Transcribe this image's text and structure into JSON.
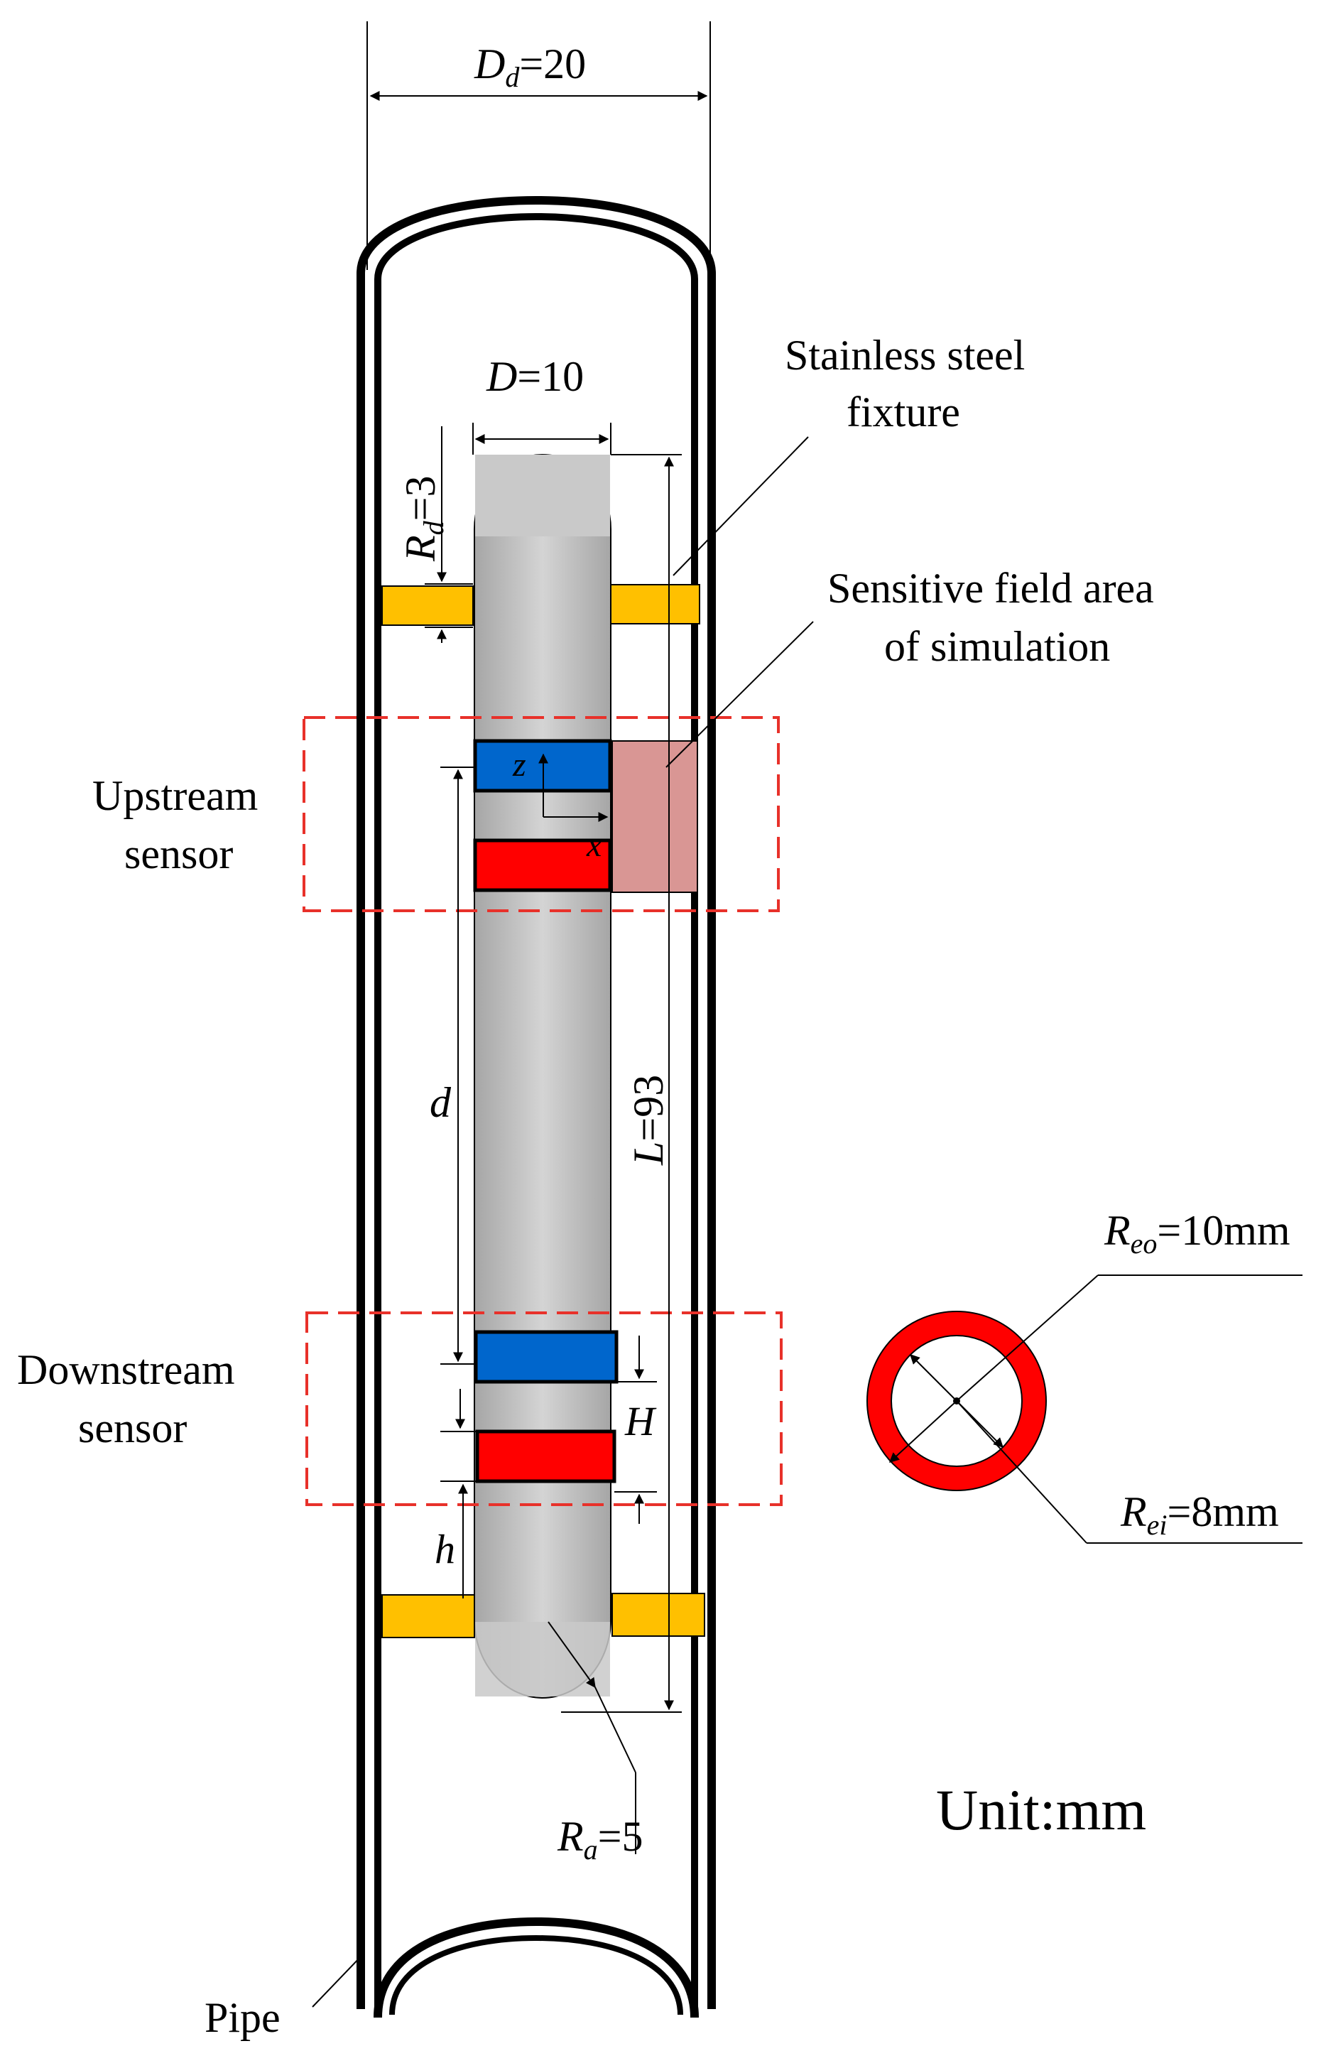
{
  "labels": {
    "dd": {
      "sym": "D",
      "sub": "d",
      "eq": "=20"
    },
    "d_diam": {
      "sym": "D",
      "eq": "=10"
    },
    "rd": {
      "sym": "R",
      "sub": "d",
      "eq": "=3"
    },
    "length": {
      "sym": "L",
      "eq": "=93"
    },
    "spacing": "d",
    "sensor_height": "H",
    "h_offset": "h",
    "ra": {
      "sym": "R",
      "sub": "a",
      "eq": "=5"
    },
    "reo": {
      "sym": "R",
      "sub": "eo",
      "eq": "=10mm"
    },
    "rei": {
      "sym": "R",
      "sub": "ei",
      "eq": "=8mm"
    },
    "axis_z": "z",
    "axis_x": "x",
    "fixture": [
      "Stainless steel",
      "fixture"
    ],
    "field": [
      "Sensitive field area",
      "of simulation"
    ],
    "upstream": [
      "Upstream",
      "sensor"
    ],
    "downstream": [
      "Downstream",
      "sensor"
    ],
    "pipe": "Pipe",
    "unit": "Unit:mm"
  },
  "colors": {
    "electrode_blue": "#0066cc",
    "electrode_red": "#ff0000",
    "fixture_yellow": "#ffc000",
    "field_pink": "#d99694",
    "rod_gray": "#c0c0c0",
    "dashed_box_red": "#e8312a"
  }
}
